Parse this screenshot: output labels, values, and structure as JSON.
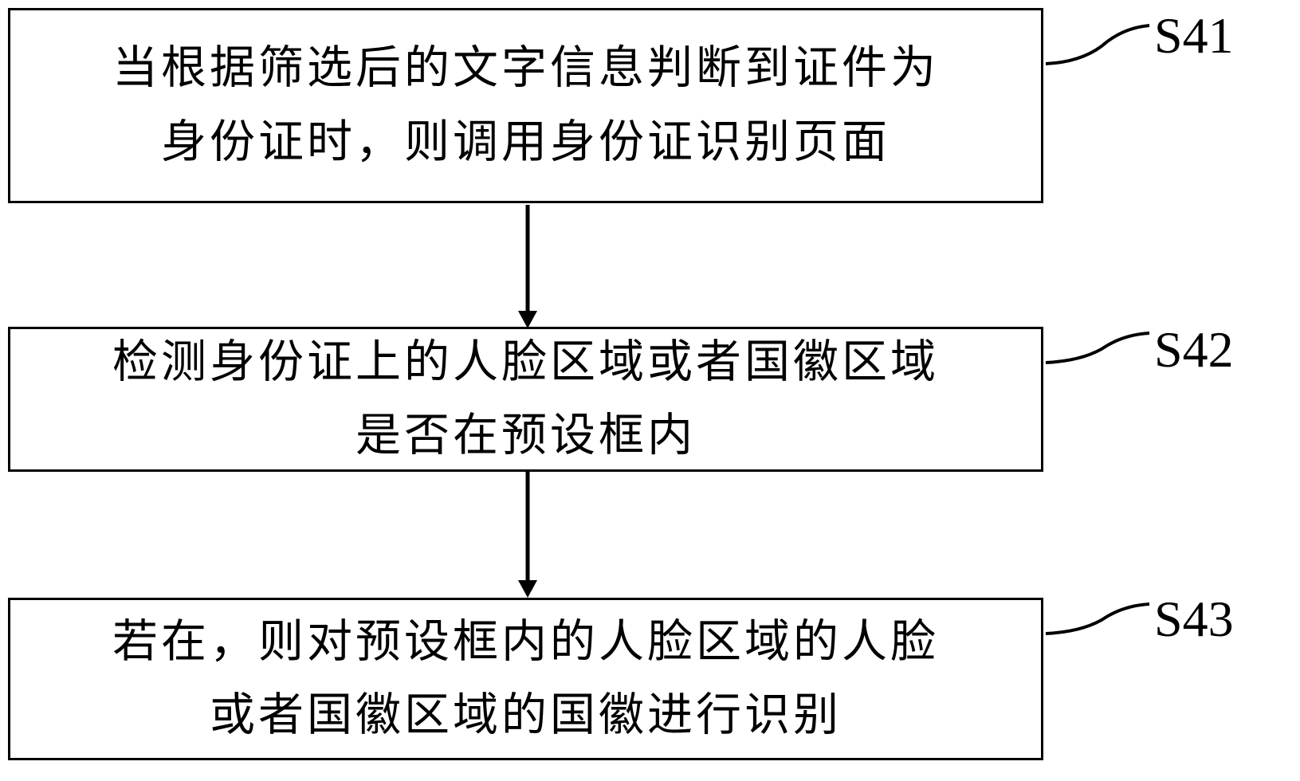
{
  "figure": {
    "background_color": "#ffffff",
    "line_color": "#000000"
  },
  "steps": [
    {
      "label": "S41",
      "lines": [
        "当根据筛选后的文字信息判断到证件为",
        "身份证时，则调用身份证识别页面"
      ]
    },
    {
      "label": "S42",
      "lines": [
        "检测身份证上的人脸区域或者国徽区域",
        "是否在预设框内"
      ]
    },
    {
      "label": "S43",
      "lines": [
        "若在，则对预设框内的人脸区域的人脸",
        "或者国徽区域的国徽进行识别"
      ]
    }
  ]
}
